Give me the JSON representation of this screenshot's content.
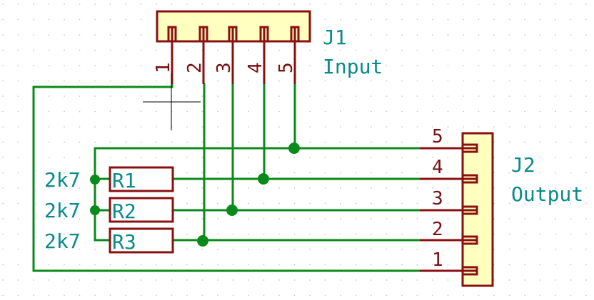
{
  "connectors": {
    "j1": {
      "ref": "J1",
      "value": "Input",
      "pins": [
        "1",
        "2",
        "3",
        "4",
        "5"
      ]
    },
    "j2": {
      "ref": "J2",
      "value": "Output",
      "pins": [
        "5",
        "4",
        "3",
        "2",
        "1"
      ]
    }
  },
  "resistors": [
    {
      "ref": "R1",
      "value": "2k7"
    },
    {
      "ref": "R2",
      "value": "2k7"
    },
    {
      "ref": "R3",
      "value": "2k7"
    }
  ],
  "colors": {
    "wire": "#0a8a1a",
    "component": "#8a1010",
    "component_fill": "#ffffc0",
    "label": "#0a8a8a",
    "grid": "#c8c8c8"
  }
}
